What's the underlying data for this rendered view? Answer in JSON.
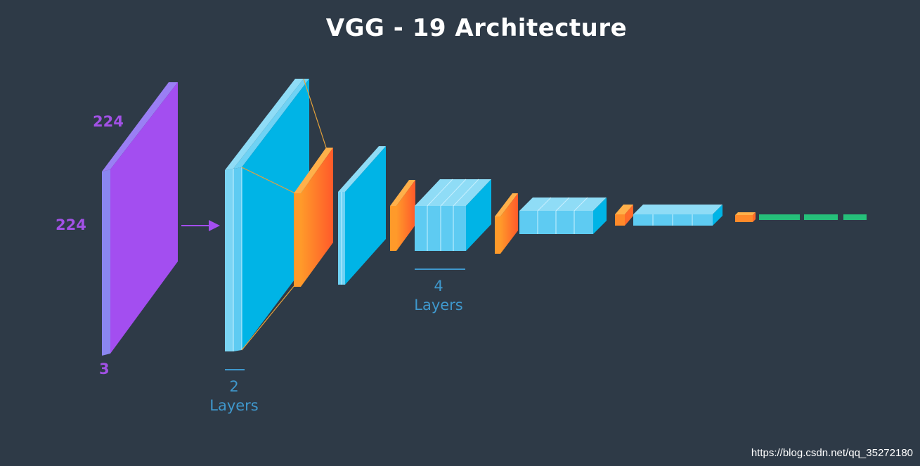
{
  "diagram": {
    "title": "VGG - 19 Architecture",
    "input": {
      "height_label": "224",
      "width_label": "224",
      "depth_label": "3"
    },
    "groups": [
      {
        "count": "2",
        "unit": "Layers"
      },
      {
        "count": "4",
        "unit": "Layers"
      }
    ]
  },
  "colors": {
    "background": "#2e3a47",
    "input": "#a34ef0",
    "conv": "#00b4e6",
    "pool": "#ff7a2a",
    "fully_connected": "#25c07a",
    "label_purple": "#a251e6",
    "label_blue": "#3f98cd"
  },
  "watermark": "https://blog.csdn.net/qq_35272180"
}
